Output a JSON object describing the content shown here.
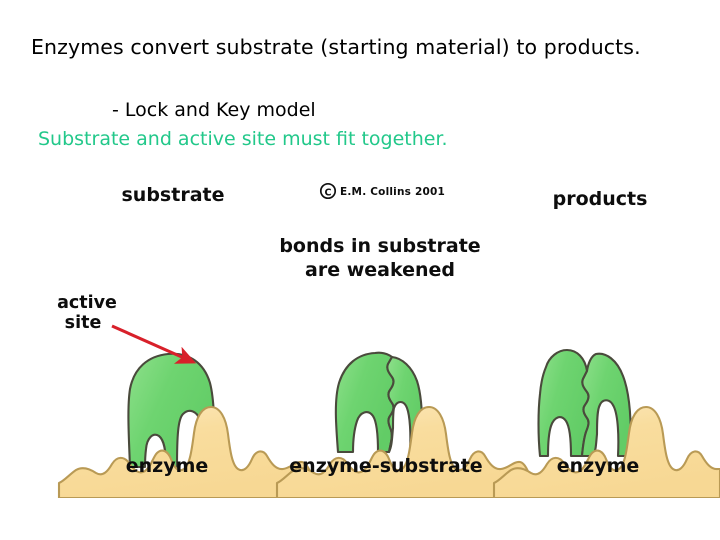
{
  "slide": {
    "background_color": "#ffffff",
    "headline": "Enzymes convert substrate (starting material) to products.",
    "bullet": "- Lock and Key model",
    "green_note": "Substrate and active site must fit together.",
    "green_text_color": "#22c88a",
    "body_text_color": "#000000"
  },
  "diagram": {
    "copyright": "E.M. Collins 2001",
    "copyright_symbol": "C",
    "colors": {
      "substrate_green": "#6ed470",
      "substrate_green_light": "#8ee08b",
      "enzyme_tan": "#f9dd9e",
      "enzyme_tan_light": "#fbe8bd",
      "outline_dark": "#4a4a3c",
      "outline_tan": "#b99a55",
      "arrow_red": "#d8202a"
    },
    "panels": [
      {
        "id": "panel-left",
        "top_label": "substrate",
        "bottom_label": "enzyme",
        "callout_label_line1": "active",
        "callout_label_line2": "site",
        "has_arrow": true
      },
      {
        "id": "panel-middle",
        "top_label_line1": "bonds in substrate",
        "top_label_line2": "are weakened",
        "bottom_label": "enzyme-substrate",
        "has_arrow": false
      },
      {
        "id": "panel-right",
        "top_label": "products",
        "bottom_label": "enzyme",
        "has_arrow": false
      }
    ]
  }
}
